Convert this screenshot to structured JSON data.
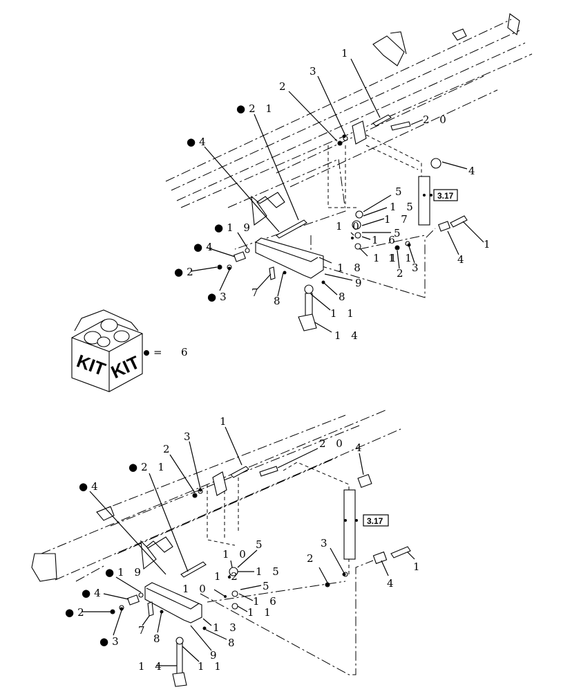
{
  "colors": {
    "ink": "#000000",
    "paper": "#ffffff"
  },
  "kit": {
    "face_left": "KIT",
    "face_right": "KIT",
    "equals": "=",
    "count": "6"
  },
  "top_view": {
    "labels": [
      "1",
      "2",
      "3",
      "●2 1",
      "●4",
      "2 0",
      "4",
      "5",
      "1 5",
      "1 7",
      "1 0",
      "5",
      "1 6",
      "●1 9",
      "●4",
      "●2",
      "●3",
      "7",
      "8",
      "1 8",
      "9",
      "8",
      "1 1",
      "1 1",
      "1 4",
      "1 1",
      "2",
      "3",
      "4",
      "1"
    ],
    "ref_box": "3.17"
  },
  "bottom_view": {
    "labels": [
      "1",
      "2",
      "3",
      "●2 1",
      "●4",
      "2 0",
      "4",
      "5",
      "1 0",
      "1 2",
      "1 5",
      "1 0",
      "5",
      "1 6",
      "1 1",
      "●1 9",
      "●4",
      "●2",
      "●3",
      "7",
      "8",
      "1 3",
      "8",
      "9",
      "1 4",
      "1 1",
      "2",
      "3",
      "4",
      "1"
    ],
    "ref_box": "3.17"
  }
}
